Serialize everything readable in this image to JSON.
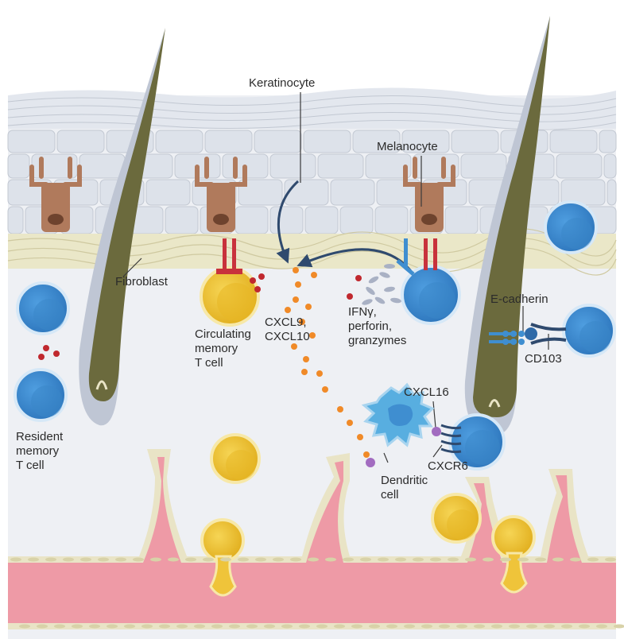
{
  "diagram": {
    "labels": {
      "keratinocyte": "Keratinocyte",
      "melanocyte": "Melanocyte",
      "fibroblast": "Fibroblast",
      "circulating_memory_t_cell": [
        "Circulating",
        "memory",
        "T cell"
      ],
      "cxcl9_cxcl10": [
        "CXCL9,",
        "CXCL10"
      ],
      "ifng_perforin_granzymes": [
        "IFNγ,",
        "perforin,",
        "granzymes"
      ],
      "e_cadherin": "E-cadherin",
      "cd103": "CD103",
      "cxcl16": "CXCL16",
      "cxcr6": "CXCR6",
      "dendritic_cell": [
        "Dendritic",
        "cell"
      ],
      "resident_memory_t_cell": [
        "Resident",
        "memory",
        "T cell"
      ]
    },
    "colors": {
      "background": "#ffffff",
      "dermis": "#eef0f4",
      "epidermis_cell": "#dde2ea",
      "epidermis_line": "#c2c8d2",
      "stratum_corneum": "#e3e7ee",
      "basement": "#eae7c8",
      "melanocyte": "#b07a5c",
      "hair": "#6b6a3d",
      "hair_sheath": "#bfc6d4",
      "resident_t_cell": "#3f8ed0",
      "circulating_t_cell": "#efc43a",
      "dendritic_cell": "#58aee0",
      "vessel": "#ee9aa6",
      "vessel_wall": "#e9e4c6",
      "chemokine": "#f08a28",
      "cytokine_dot": "#c0282e",
      "granule": "#a9b1c4",
      "arrow": "#2f4a6e",
      "receptor_red": "#c8323c",
      "cxcl16_ligand": "#a26cc0"
    }
  }
}
